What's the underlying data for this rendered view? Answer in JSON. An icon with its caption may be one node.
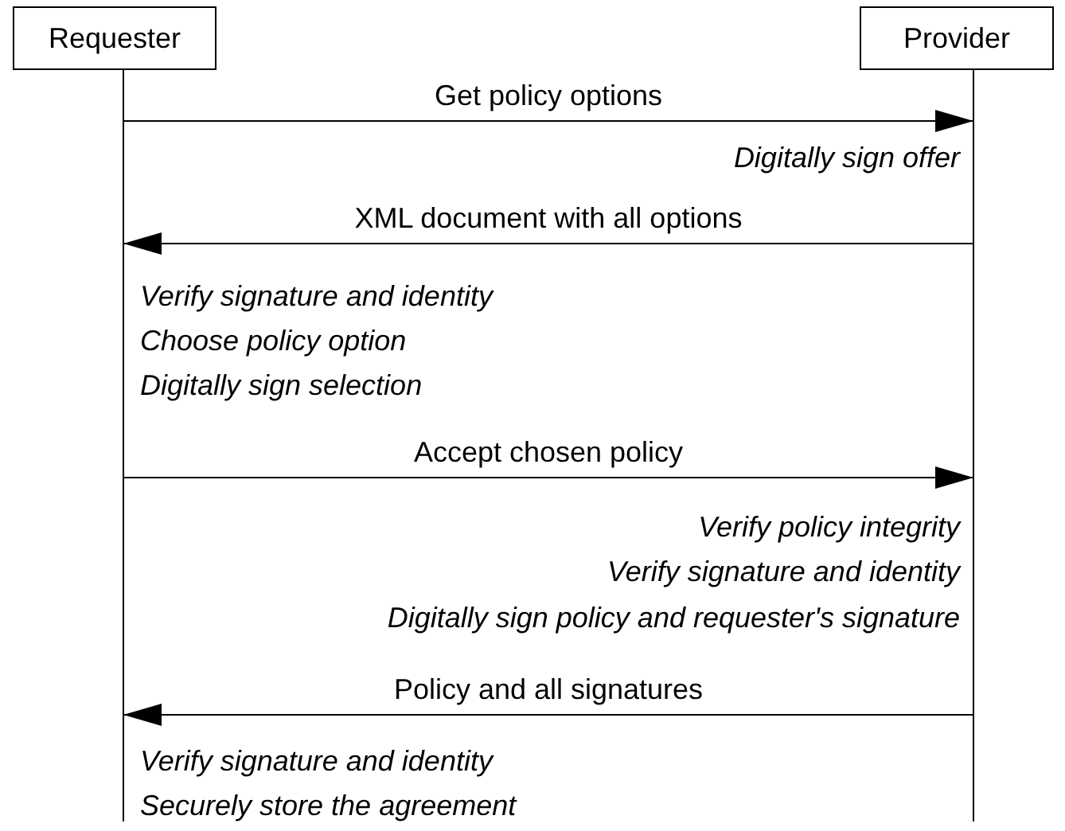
{
  "diagram": {
    "nodes": [
      {
        "text": [
          "Requester"
        ]
      },
      {
        "text": [
          "Provider"
        ]
      },
      {
        "text": [],
        "shape": "bar"
      },
      {
        "text": [],
        "shape": "bar"
      }
    ],
    "edges": [
      {
        "from": 2,
        "to": 3,
        "arrow": "to",
        "label": "Get policy options"
      },
      {
        "from": 3,
        "to": 2,
        "arrow": "to",
        "label": "XML document with all options"
      },
      {
        "from": 2,
        "to": 3,
        "arrow": "to",
        "label": "Accept chosen policy"
      },
      {
        "from": 3,
        "to": 2,
        "arrow": "to",
        "label": "Policy and all signatures"
      }
    ],
    "labels": [
      "Digitally sign offer",
      "Verify signature and identity",
      "Choose policy option",
      "Digitally sign selection",
      "Verify policy integrity",
      "Verify signature and identity",
      "Digitally sign policy and requester's signature",
      "Verify signature and identity",
      "Securely store the agreement"
    ]
  }
}
